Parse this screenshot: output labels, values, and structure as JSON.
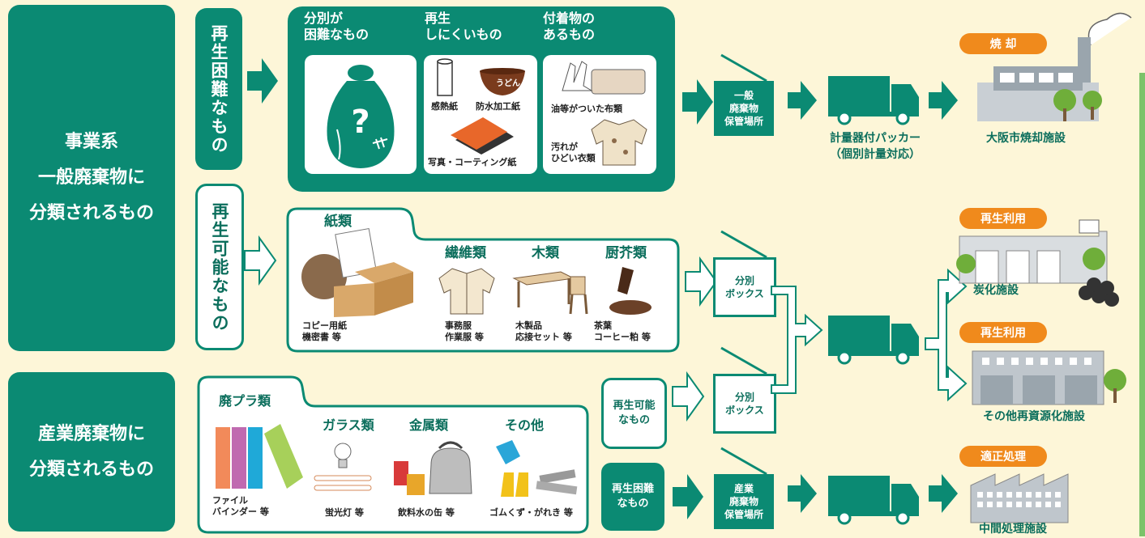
{
  "categories": {
    "business_general": "事業系\n一般廃棄物に\n分類されるもの",
    "industrial": "産業廃棄物に\n分類されるもの"
  },
  "branches": {
    "hard_to_recycle": "再生困難なもの",
    "recyclable": "再生可能なもの"
  },
  "hard_section": {
    "col1_title": "分別が\n困難なもの",
    "col2_title": "再生\nしにくいもの",
    "col3_title": "付着物の\nあるもの",
    "udon": "うどん",
    "thermal_paper": "感熱紙",
    "waterproof_paper": "防水加工紙",
    "photo_paper": "写真・コーティング紙",
    "oily_cloth": "油等がついた布類",
    "dirty_clothes": "汚れが\nひどい衣類"
  },
  "recyclable_section": {
    "paper_title": "紙類",
    "paper_items": "コピー用紙\n機密書 等",
    "fiber_title": "繊維類",
    "fiber_items": "事務服\n作業服 等",
    "wood_title": "木類",
    "wood_items": "木製品\n応接セット 等",
    "food_title": "厨芥類",
    "food_items": "茶葉\nコーヒー粕 等"
  },
  "industrial_section": {
    "plastic_title": "廃プラ類",
    "plastic_items": "ファイル\nバインダー 等",
    "glass_title": "ガラス類",
    "glass_items": "蛍光灯 等",
    "metal_title": "金属類",
    "metal_items": "飲料水の缶 等",
    "other_title": "その他",
    "other_items": "ゴムくず・がれき 等",
    "recyclable_label": "再生可能\nなもの",
    "hard_label": "再生困難\nなもの"
  },
  "storage": {
    "general": "一般\n廃棄物\n保管場所",
    "sort_box_1": "分別\nボックス",
    "sort_box_2": "分別\nボックス",
    "industrial": "産業\n廃棄物\n保管場所"
  },
  "truck_label": "計量器付パッカー\n（個別計量対応）",
  "facilities": {
    "incinerate_badge": "焼 却",
    "incinerate_name": "大阪市焼却施設",
    "recycle_badge_1": "再生利用",
    "carbonize_name": "炭化施設",
    "recycle_badge_2": "再生利用",
    "other_recycle_name": "その他再資源化施設",
    "proper_badge": "適正処理",
    "intermediate_name": "中間処理施設"
  },
  "colors": {
    "teal": "#0b8a73",
    "orange": "#f08a1c",
    "background": "#fdf6d8"
  }
}
